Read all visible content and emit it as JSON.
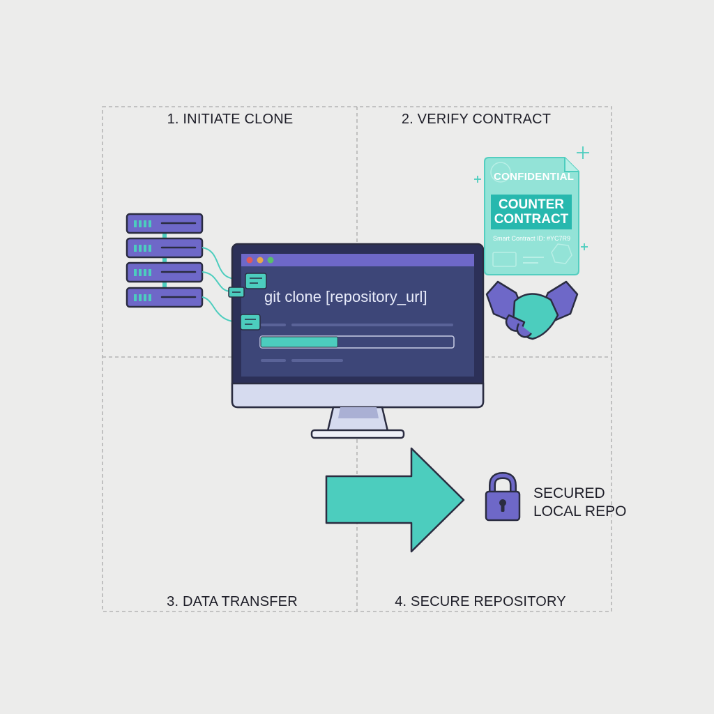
{
  "steps": [
    {
      "label": "1. INITIATE CLONE"
    },
    {
      "label": "2. VERIFY CONTRACT"
    },
    {
      "label": "3. DATA TRANSFER"
    },
    {
      "label": "4. SECURE REPOSITORY"
    }
  ],
  "terminal": {
    "command": "git clone [repository_url]",
    "progress": 0.4
  },
  "contract_document": {
    "confidential": "CONFIDENTIAL",
    "title_line1": "COUNTER",
    "title_line2": "CONTRACT",
    "id_text": "Smart Contract ID: #YC7R9"
  },
  "secured": {
    "line1": "SECURED",
    "line2": "LOCAL REPO"
  },
  "icons": {
    "server": "server-stack-icon",
    "monitor": "monitor-icon",
    "document": "contract-document-icon",
    "handshake": "handshake-icon",
    "arrow": "arrow-right-icon",
    "lock": "padlock-icon"
  },
  "colors": {
    "teal": "#4ccdbe",
    "purple": "#6e68c8",
    "navy": "#3a4070",
    "dark_outline": "#2a2c40",
    "background": "#ececeb"
  }
}
